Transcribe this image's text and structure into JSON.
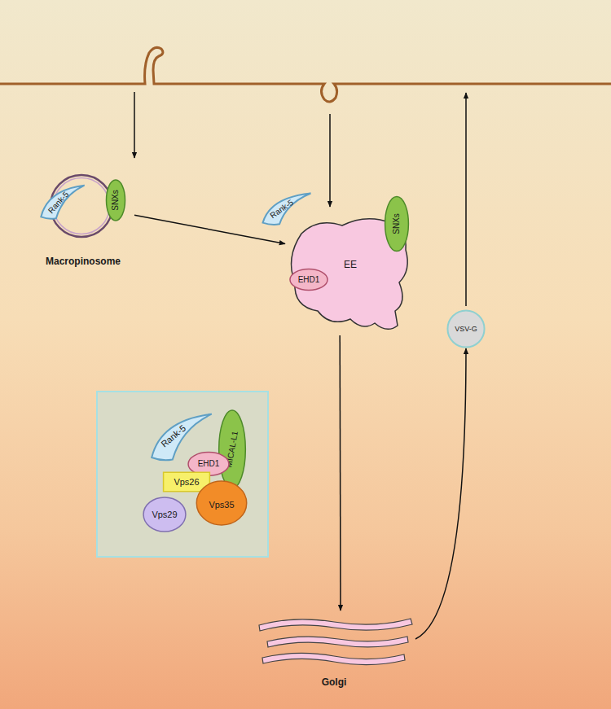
{
  "diagram": {
    "nodes": [
      {
        "text": [
          "Macropinosome"
        ]
      },
      {
        "text": [
          "Rank-5"
        ],
        "in": 0
      },
      {
        "text": [
          "SNXs"
        ],
        "in": 0
      },
      {
        "text": [
          "EE"
        ]
      },
      {
        "text": [
          "Rank-5"
        ],
        "in": 3
      },
      {
        "text": [
          "SNXs"
        ],
        "in": 3
      },
      {
        "text": [
          "EHD1"
        ],
        "in": 3
      },
      {
        "text": [
          "VSV-G"
        ]
      },
      {
        "text": []
      },
      {
        "text": [
          "Rank-5"
        ],
        "in": 8
      },
      {
        "text": [
          "MICAL-L1"
        ],
        "in": 8
      },
      {
        "text": [
          "EHD1"
        ],
        "in": 8
      },
      {
        "text": [
          "Vps26"
        ],
        "in": 8
      },
      {
        "text": [
          "Vps35"
        ],
        "in": 8
      },
      {
        "text": [
          "Vps29"
        ],
        "in": 8
      },
      {
        "text": [
          "Golgi"
        ]
      }
    ],
    "edges": [
      {
        "from": 0,
        "to": 3,
        "arrow": "to"
      },
      {
        "from": 3,
        "to": 15,
        "arrow": "to"
      },
      {
        "from": 15,
        "to": 7,
        "arrow": "to"
      }
    ]
  }
}
